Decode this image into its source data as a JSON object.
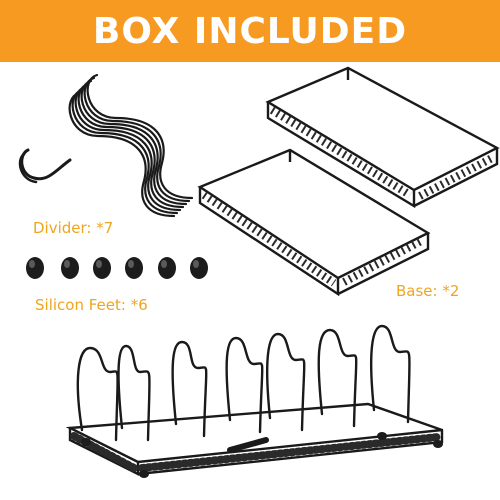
{
  "banner": {
    "title": "BOX INCLUDED",
    "color": "#f79a21"
  },
  "items": [
    {
      "label": "Divider: *7",
      "icon": "divider-icon"
    },
    {
      "label": "Silicon Feet: *6",
      "icon": "silicone-foot-icon"
    },
    {
      "label": "Base: *2",
      "icon": "base-tray-icon"
    }
  ],
  "assembled_rack": {
    "icon": "assembled-rack-icon"
  },
  "colors": {
    "label": "#efa51e",
    "metal": "#1a1a1a"
  }
}
